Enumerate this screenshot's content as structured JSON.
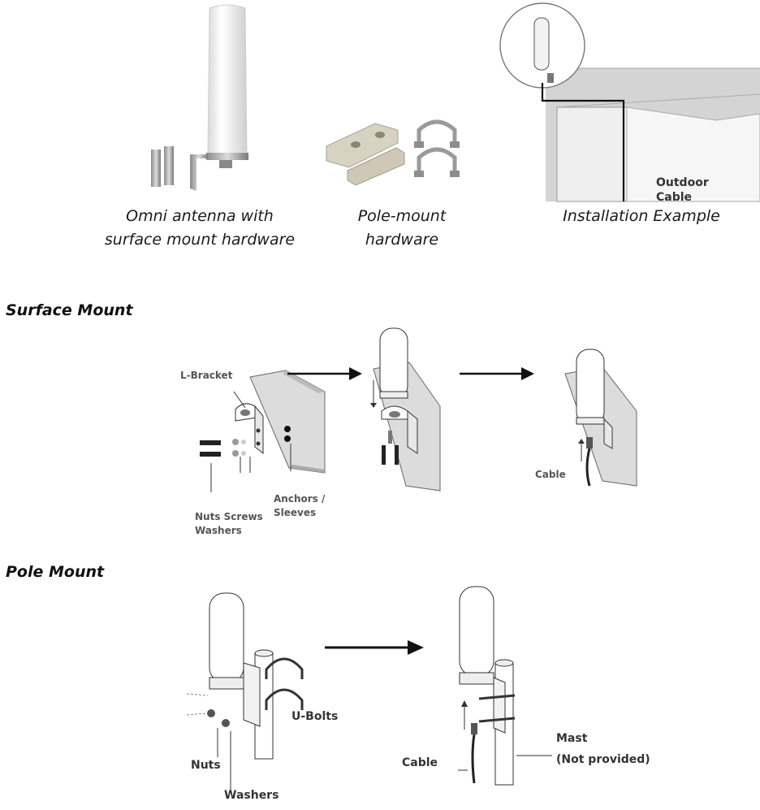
{
  "photos": {
    "antenna_caption_line1": "Omni antenna with",
    "antenna_caption_line2": "surface mount hardware",
    "pole_caption_line1": "Pole-mount",
    "pole_caption_line2": "hardware",
    "install_caption": "Installation Example",
    "install_label_line1": "Outdoor",
    "install_label_line2": "Cable"
  },
  "surface_mount": {
    "heading": "Surface Mount",
    "l_bracket": "L-Bracket",
    "nuts_screws": "Nuts Screws",
    "washers": "Washers",
    "anchors_line1": "Anchors /",
    "anchors_line2": "Sleeves",
    "cable": "Cable"
  },
  "pole_mount": {
    "heading": "Pole Mount",
    "u_bolts": "U-Bolts",
    "nuts": "Nuts",
    "washers": "Washers",
    "cable": "Cable",
    "mast_line1": "Mast",
    "mast_line2": "(Not provided)"
  }
}
